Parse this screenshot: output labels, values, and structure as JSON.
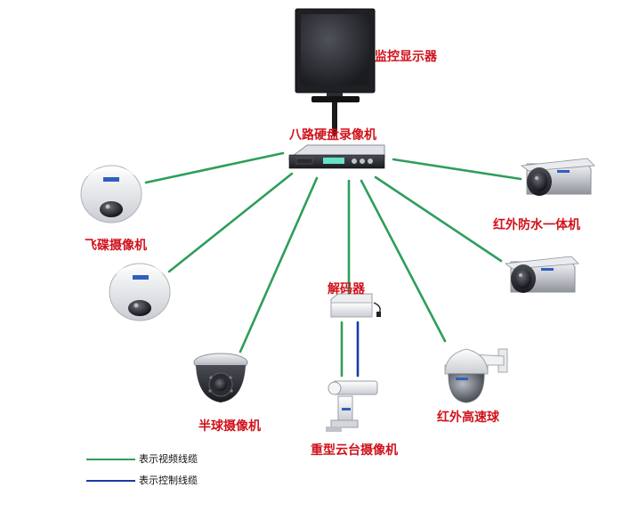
{
  "labels": {
    "monitor": "监控显示器",
    "dvr": "八路硬盘录像机",
    "ufo_camera": "飞碟摄像机",
    "ir_waterproof_camera": "红外防水一体机",
    "decoder": "解码器",
    "dome_camera": "半球摄像机",
    "pan_tilt_camera": "重型云台摄像机",
    "ir_speed_dome": "红外高速球"
  },
  "legend": {
    "video_cable": "表示视频线缆",
    "control_cable": "表示控制线缆"
  },
  "colors": {
    "video_cable": "#2e9e5b",
    "control_cable": "#1a3aa8",
    "label_text": "#d0121b"
  },
  "icons": {
    "monitor": "lcd-monitor-icon",
    "dvr": "dvr-box-icon",
    "ufo_camera": "ufo-camera-icon",
    "ir_waterproof_camera": "bullet-camera-icon",
    "decoder": "decoder-box-icon",
    "dome_camera": "dome-camera-icon",
    "pan_tilt_camera": "pan-tilt-camera-icon",
    "ir_speed_dome": "speed-dome-icon"
  }
}
